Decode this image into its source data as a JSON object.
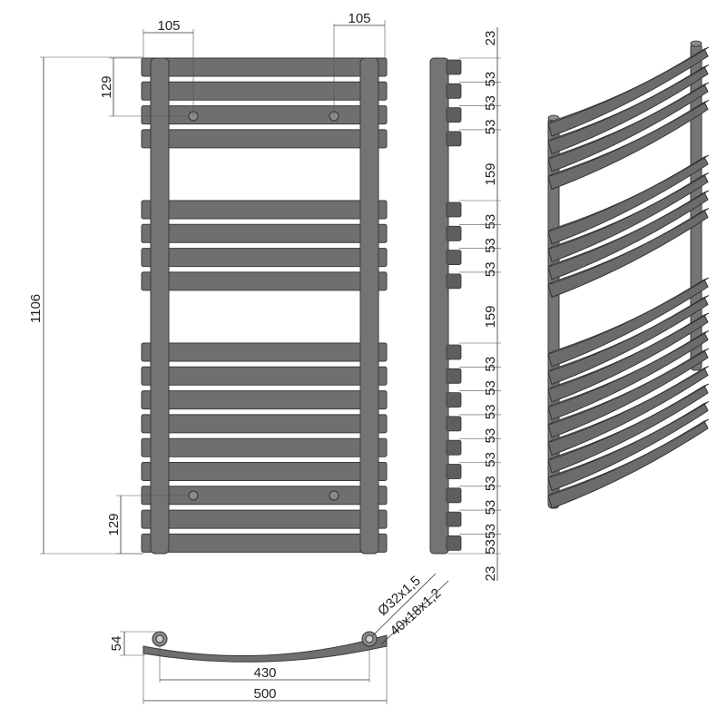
{
  "front_view": {
    "width_pipe_offset_left": "105",
    "width_pipe_offset_right": "105",
    "total_height": "1106",
    "top_connection_offset": "129",
    "bottom_connection_offset": "129",
    "bar_groups": [
      4,
      4,
      9
    ]
  },
  "side_view": {
    "top_gap": "23",
    "bottom_gap": "23",
    "bar_pitch": "53",
    "group_gap": "159"
  },
  "plan_view": {
    "depth": "54",
    "pipe_centres": "430",
    "overall_width": "500",
    "rail_spec": "Ø32x1,5",
    "bar_spec": "40x18x1,2"
  },
  "colors": {
    "steel": "#6f6f6f",
    "outline": "#3a3a3a",
    "dimension": "#333333"
  }
}
